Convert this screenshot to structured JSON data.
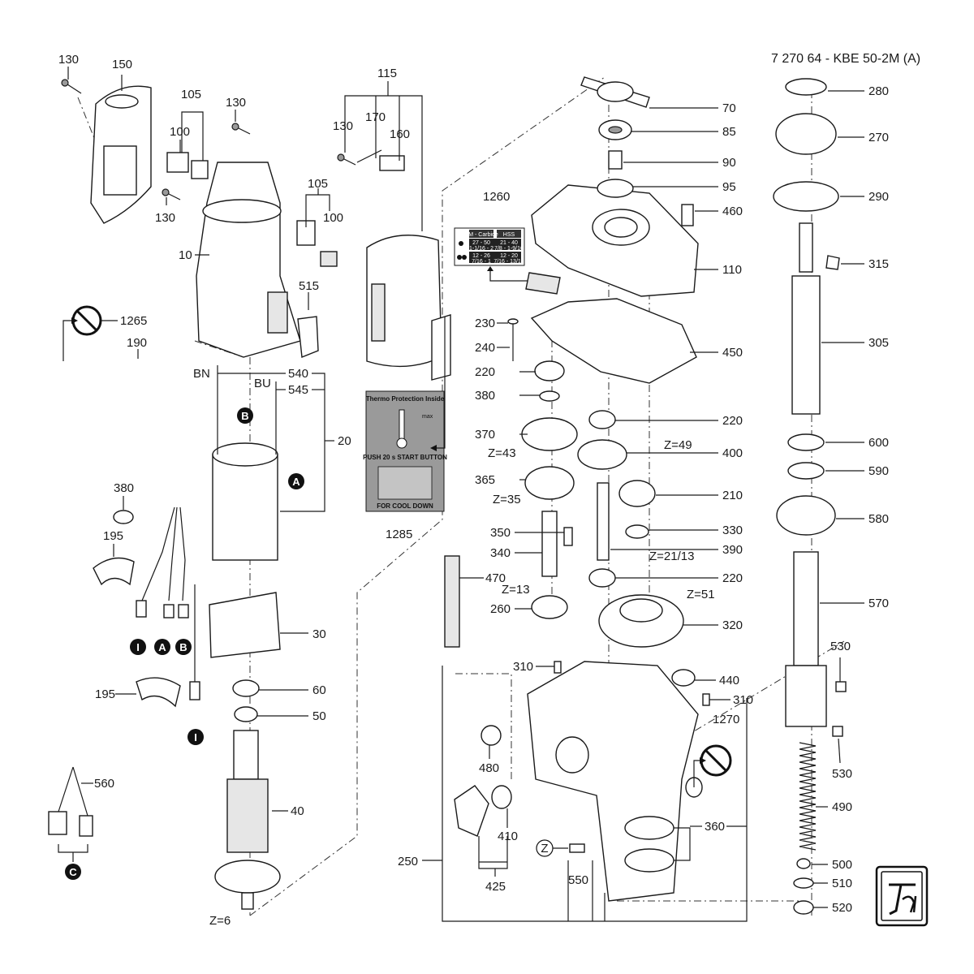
{
  "header": {
    "model": "7 270 64 - KBE 50-2M (A)"
  },
  "parts": [
    {
      "id": "p10",
      "label": "10"
    },
    {
      "id": "p20",
      "label": "20"
    },
    {
      "id": "p30",
      "label": "30"
    },
    {
      "id": "p40",
      "label": "40"
    },
    {
      "id": "p50",
      "label": "50"
    },
    {
      "id": "p60",
      "label": "60"
    },
    {
      "id": "p70",
      "label": "70"
    },
    {
      "id": "p85",
      "label": "85"
    },
    {
      "id": "p90",
      "label": "90"
    },
    {
      "id": "p95",
      "label": "95"
    },
    {
      "id": "p100a",
      "label": "100"
    },
    {
      "id": "p100b",
      "label": "100"
    },
    {
      "id": "p105a",
      "label": "105"
    },
    {
      "id": "p105b",
      "label": "105"
    },
    {
      "id": "p110",
      "label": "110"
    },
    {
      "id": "p115",
      "label": "115"
    },
    {
      "id": "p130a",
      "label": "130"
    },
    {
      "id": "p130b",
      "label": "130"
    },
    {
      "id": "p130c",
      "label": "130"
    },
    {
      "id": "p130d",
      "label": "130"
    },
    {
      "id": "p150",
      "label": "150"
    },
    {
      "id": "p160",
      "label": "160"
    },
    {
      "id": "p170",
      "label": "170"
    },
    {
      "id": "p190",
      "label": "190"
    },
    {
      "id": "p195a",
      "label": "195"
    },
    {
      "id": "p195b",
      "label": "195"
    },
    {
      "id": "p210",
      "label": "210"
    },
    {
      "id": "p220a",
      "label": "220"
    },
    {
      "id": "p220b",
      "label": "220"
    },
    {
      "id": "p220c",
      "label": "220"
    },
    {
      "id": "p230",
      "label": "230"
    },
    {
      "id": "p240",
      "label": "240"
    },
    {
      "id": "p250",
      "label": "250"
    },
    {
      "id": "p260",
      "label": "260"
    },
    {
      "id": "p270",
      "label": "270"
    },
    {
      "id": "p280",
      "label": "280"
    },
    {
      "id": "p290",
      "label": "290"
    },
    {
      "id": "p305",
      "label": "305"
    },
    {
      "id": "p310a",
      "label": "310"
    },
    {
      "id": "p310b",
      "label": "310"
    },
    {
      "id": "p315",
      "label": "315"
    },
    {
      "id": "p320",
      "label": "320"
    },
    {
      "id": "p330",
      "label": "330"
    },
    {
      "id": "p340",
      "label": "340"
    },
    {
      "id": "p350",
      "label": "350"
    },
    {
      "id": "p360",
      "label": "360"
    },
    {
      "id": "p365",
      "label": "365"
    },
    {
      "id": "p370",
      "label": "370"
    },
    {
      "id": "p380a",
      "label": "380"
    },
    {
      "id": "p380b",
      "label": "380"
    },
    {
      "id": "p390",
      "label": "390"
    },
    {
      "id": "p400",
      "label": "400"
    },
    {
      "id": "p410",
      "label": "410"
    },
    {
      "id": "p425",
      "label": "425"
    },
    {
      "id": "p440",
      "label": "440"
    },
    {
      "id": "p450",
      "label": "450"
    },
    {
      "id": "p460",
      "label": "460"
    },
    {
      "id": "p470",
      "label": "470"
    },
    {
      "id": "p480",
      "label": "480"
    },
    {
      "id": "p490",
      "label": "490"
    },
    {
      "id": "p500",
      "label": "500"
    },
    {
      "id": "p510",
      "label": "510"
    },
    {
      "id": "p515",
      "label": "515"
    },
    {
      "id": "p520",
      "label": "520"
    },
    {
      "id": "p530a",
      "label": "530"
    },
    {
      "id": "p530b",
      "label": "530"
    },
    {
      "id": "p540",
      "label": "540"
    },
    {
      "id": "p545",
      "label": "545"
    },
    {
      "id": "p550",
      "label": "550"
    },
    {
      "id": "p560",
      "label": "560"
    },
    {
      "id": "p570",
      "label": "570"
    },
    {
      "id": "p580",
      "label": "580"
    },
    {
      "id": "p590",
      "label": "590"
    },
    {
      "id": "p600",
      "label": "600"
    },
    {
      "id": "p1260",
      "label": "1260"
    },
    {
      "id": "p1265",
      "label": "1265"
    },
    {
      "id": "p1270",
      "label": "1270"
    },
    {
      "id": "p1285",
      "label": "1285"
    }
  ],
  "gear_teeth": {
    "z43": "Z=43",
    "z35": "Z=35",
    "z13": "Z=13",
    "z49": "Z=49",
    "z21_13": "Z=21/13",
    "z51": "Z=51",
    "z6": "Z=6"
  },
  "wire_tags": {
    "bn": "BN",
    "bu": "BU"
  },
  "connectors": {
    "a": "A",
    "b": "B",
    "c": "C",
    "i": "I",
    "z": "Z"
  },
  "thermo_label": {
    "title": "Thermo Protection Inside",
    "max": "max",
    "push": "PUSH 20 s START BUTTON",
    "footer": "FOR COOL DOWN"
  },
  "bit_table": {
    "col1": "HM - Carbide",
    "col2": "HSS",
    "r1c1": "27 - 50",
    "r1c1b": "1-1/16 - 2",
    "r1c2": "21 - 40",
    "r1c2b": "7/8 - 1-9/16",
    "r2c1": "12 - 26",
    "r2c1b": "7/16 - 1",
    "r2c2": "12 - 20",
    "r2c2b": "7/16 - 13/16"
  },
  "colors": {
    "ink": "#1a1a1a",
    "label_grey": "#9a9a9a",
    "fill": "#ffffff"
  }
}
